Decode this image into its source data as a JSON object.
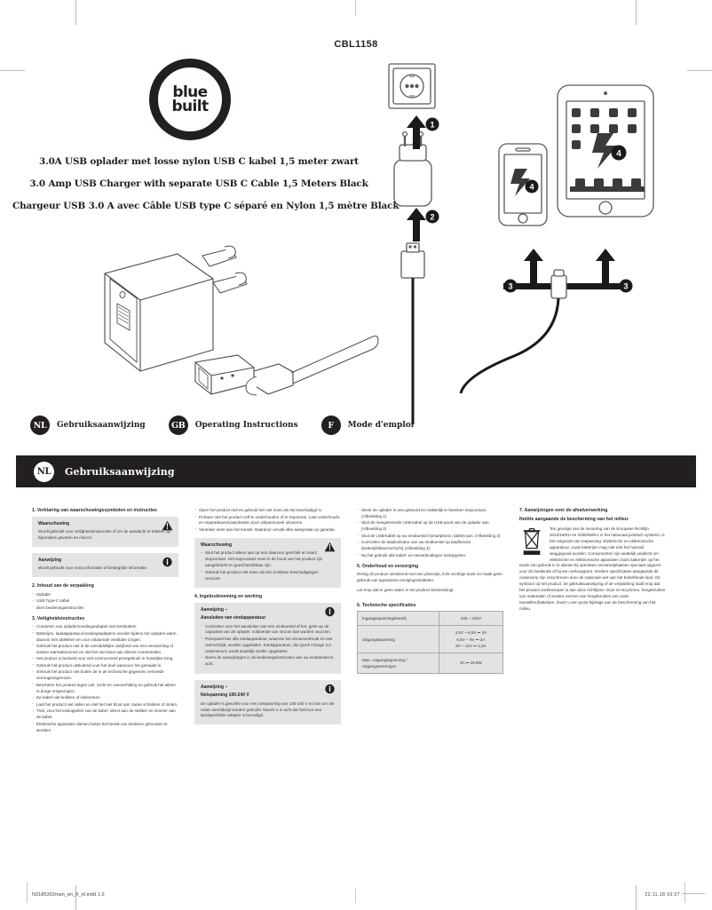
{
  "sku": "CBL1158",
  "brand": {
    "line1": "blue",
    "line2": "built"
  },
  "titles": [
    "3.0A USB oplader met losse nylon USB C kabel 1,5 meter zwart",
    "3.0 Amp USB Charger with separate USB C Cable 1,5 Meters Black",
    "Chargeur USB 3.0 A avec Câble USB type C séparé en Nylon 1,5 mètre Black"
  ],
  "languages": [
    {
      "code": "NL",
      "label": "Gebruiksaanwijzing"
    },
    {
      "code": "GB",
      "label": "Operating Instructions"
    },
    {
      "code": "F",
      "label": "Mode d'emploi"
    }
  ],
  "section_bar": {
    "code": "NL",
    "label": "Gebruiksaanwijzing"
  },
  "diagram": {
    "steps": [
      "1",
      "2",
      "3",
      "3",
      "4",
      "4"
    ],
    "items": [
      "wall-socket",
      "usb-charger",
      "usb-cable",
      "smartphone",
      "tablet"
    ]
  },
  "col1": {
    "h1": "1. Verklaring van waarschuwingssymbolen en instructies",
    "warning_title": "Waarschuwing",
    "warning_text": "Wordt gebruikt voor veiligheidsinstructies of om de aandacht te trekken op bijzondere gevaren en risico's.",
    "notice_title": "Aanwijzing",
    "notice_text": "Wordt gebruikt voor extra informatie of belangrijke informatie.",
    "h2": "2. Inhoud van de verpakking",
    "contents": [
      "Oplader",
      "USB Type-C kabel",
      "deze bedieningsinstructies"
    ],
    "h3": "3. Veiligheidsinstructies",
    "safety": [
      "Contacten van oplader/voedingsadapter niet kortsluiten!",
      "Batterijen, laadapparatuur/voedingsadapters worden tijdens het opladen warm, daarom niet afdekken en voor voldoende ventilatie zorgen.",
      "Gebruik het product niet in de onmiddellijke nabijheid van een verwarming of andere warmtebronnen en stel het niet bloot aan directe zonnestralen.",
      "Het product is bedoeld voor niet-commercieel privégebruik in huiselijke kring.",
      "Gebruik het product uitsluitend voor het doel waarvoor het gemaakt is.",
      "Gebruik het product niet buiten de in de technische gegevens vermelde vermogensgrenzen.",
      "Bescherm het product tegen vuil, vocht en oververhitting en gebruik het alleen in droge omgevingen.",
      "De kabel niet knikken of inklemmen.",
      "Laat het product niet vallen en stel het niet bloot aan zware schokken of stoten.",
      "Trek, voor het loskoppelen van de kabel, direct aan de stekker en nimmer aan de kabel.",
      "Elektrische apparaten dienen buiten het bereik van kinderen gehouden te worden!"
    ]
  },
  "col2": {
    "safety_cont": [
      "Open het product niet en gebruik het niet meer als het beschadigd is.",
      "Probeer niet het product zelf te onderhouden of te repareren. Laat onderhouds- en reparatiewerkzaamheden door vakpersoneel uitvoeren.",
      "Verander niets aan het toestel. Daardoor vervalt elke aanspraak op garantie."
    ],
    "warning_title": "Waarschuwing",
    "warning_items": [
      "Sluit het product alleen aan op een daarvoor geschikt en intact stopcontact. Het stopcontact moet in de buurt van het product zijn aangebracht en goed bereikbaar zijn.",
      "Gebruik het product niet meer als het zichtbare beschadigingen vertoont."
    ],
    "h4": "4. Ingebruikneming en werking",
    "notice1_title_l1": "Aanwijzing –",
    "notice1_title_l2": "Aansluiten van eindapparatuur",
    "notice1_items": [
      "Controleer voor het aansluiten van een eindtoestel of het, gelet op de capaciteit van de oplader, voldoende van stroom kan worden voorzien.",
      "Principieel kan alle eindapparatuur, waarvan het stroomverbruik 3A niet overschrijdt, worden opgeladen. Eindapparatuur, die Quick Charge 3.0 ondersteunt, wordt duidelijk sneller opgeladen.",
      "Neem de aanwijzingen in de bedieningsinstructies van uw eindtoestel in acht."
    ],
    "notice2_title_l1": "Aanwijzing –",
    "notice2_title_l2": "Netspanning 100-240 V",
    "notice2_text": "De oplader is geschikt voor een netspanning van 100-240 V en kan om die reden wereldwijd worden gebruikt. Neemt u in acht dat hiervoor een landspecifieke adapter is benodigd."
  },
  "col3": {
    "steps": [
      "Steek de oplader in een gekeurd en makkelijk te bereiken stopcontact. (Afbeelding 1)",
      "Sluit de meegeleverde USB-kabel op de USB-poort van de oplader aan. (Afbeelding 2)",
      "Sluit de USB-kabel op uw eindtoestel (smartphone, tablet) aan. (Afbeelding 3)",
      "Controleer de laadindicator van uw eindtoestel op laadfunctie (batterij/bliksemschicht) (Afbeelding 4)",
      "Na het gebruik alle kabel- en netverbindingen loskoppelen."
    ],
    "h5": "5. Onderhoud en verzorging",
    "maintenance_p1": "Reinig dit product uitsluitend met een pluisvrije, licht vochtige doek en maak geen gebruik van agressieve reinigingsmiddelen.",
    "maintenance_p2": "Let erop dat er geen water in het product binnendringt.",
    "h6": "6. Technische specificaties",
    "spec_rows": [
      {
        "label": "Ingangsspanningsbereik",
        "value": "100 – 240V"
      },
      {
        "label": "Uitgangsspanning",
        "value": "3,6V – 6,5V ⎓ 3A\n6,5V – 9V ⎓ 2A\n9V – 12V ⎓ 1,5A"
      },
      {
        "label": "Max. Uitgangsspanning / Uitgangsvermogen",
        "value": "3A ⎓ 19,5W"
      }
    ]
  },
  "col4": {
    "h7_l1": "7. Aanwijzingen over de afvalverwerking",
    "h7_l2": "Notitie aangaande de bescherming van het milieu:",
    "text": "Ten gevolge van de invoering van de Europese Richtlijn 2012/19/EU en 2006/66/EU in het nationaal juridisch systeem, is het volgende van toepassing: Elektrische en elektronische apparatuur, zoals batterijen mag niet met het huisvuil weggegooid worden. Consumenten zijn wettelijk verplicht om elektrische en elektronische apparaten zoals batterijen op het einde van gebruik in te dienen bij openbare verzamelplaatsen speciaal opgezet voor dit doeleinde of bij een verkooppunt. Verdere specificaties aangaande dit onderwerp zijn omschreven door de nationale wet van het betreffende land. Dit symbool op het product, de gebruiksaanwijzing of de verpakking duidt erop dat het product onderworpen is aan deze richtlijnen. Door te recycleren, hergebruiken van materialen of andere vormen van hergebruiken van oude toestellen/batterijen, levert u een grote bijdrage aan de bescherming van het milieu."
  },
  "footer": {
    "left": "N3185302man_en_fr_nl.indd   1-2",
    "right": "22.11.18   10:27"
  }
}
